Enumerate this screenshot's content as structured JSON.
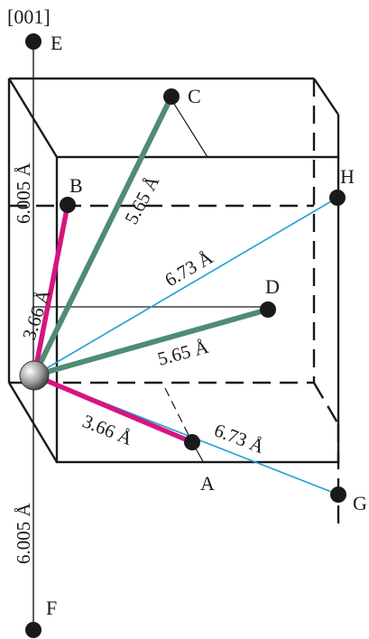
{
  "axis_label": "[001]",
  "points": {
    "E": "E",
    "F": "F",
    "A": "A",
    "B": "B",
    "C": "C",
    "D": "D",
    "G": "G",
    "H": "H"
  },
  "distances": {
    "vertical_top": "6.005 Å",
    "vertical_bottom": "6.005 Å",
    "to_B": "3.66 Å",
    "to_A": "3.66 Å",
    "to_C": "5.65 Å",
    "to_D": "5.65 Å",
    "to_H": "6.73 Å",
    "to_G": "6.73 Å"
  },
  "colors": {
    "near_bond": "#d6157f",
    "mid_bond": "#4e8c76",
    "far_bond": "#1fa0d6",
    "outline": "#1a1a1a"
  }
}
